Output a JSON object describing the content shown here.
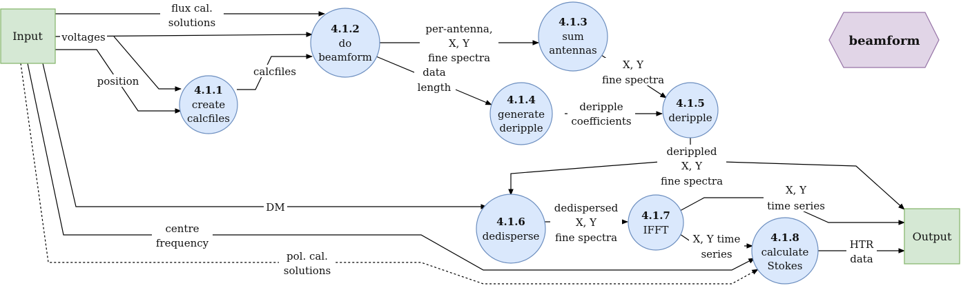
{
  "external": {
    "input": "Input",
    "output": "Output",
    "tag": "beamform"
  },
  "processes": {
    "p411": {
      "id": "4.1.1",
      "lines": [
        "create",
        "calcfiles"
      ]
    },
    "p412": {
      "id": "4.1.2",
      "lines": [
        "do",
        "beamform"
      ]
    },
    "p413": {
      "id": "4.1.3",
      "lines": [
        "sum",
        "antennas"
      ]
    },
    "p414": {
      "id": "4.1.4",
      "lines": [
        "generate",
        "deripple"
      ]
    },
    "p415": {
      "id": "4.1.5",
      "lines": [
        "deripple"
      ]
    },
    "p416": {
      "id": "4.1.6",
      "lines": [
        "dedisperse"
      ]
    },
    "p417": {
      "id": "4.1.7",
      "lines": [
        "IFFT"
      ]
    },
    "p418": {
      "id": "4.1.8",
      "lines": [
        "calculate",
        "Stokes"
      ]
    }
  },
  "flows": {
    "flux_cal": [
      "flux cal.",
      "solutions"
    ],
    "voltages": [
      "voltages"
    ],
    "position": [
      "position"
    ],
    "calcfiles": [
      "calcfiles"
    ],
    "per_antenna": [
      "per-antenna,",
      "X, Y",
      "fine spectra"
    ],
    "data_length": [
      "data",
      "length"
    ],
    "xy_fine": [
      "X, Y",
      "fine spectra"
    ],
    "deripple_coeff": [
      "deripple",
      "coefficients"
    ],
    "derippled": [
      "derippled",
      "X, Y",
      "fine spectra"
    ],
    "dm": [
      "DM"
    ],
    "centre_freq": [
      "centre",
      "frequency"
    ],
    "pol_cal": [
      "pol. cal.",
      "solutions"
    ],
    "dedispersed": [
      "dedispersed",
      "X, Y",
      "fine spectra"
    ],
    "time_series_out": [
      "X, Y",
      "time series"
    ],
    "time_series": [
      "X, Y time",
      "series"
    ],
    "htr": [
      "HTR",
      "data"
    ]
  }
}
